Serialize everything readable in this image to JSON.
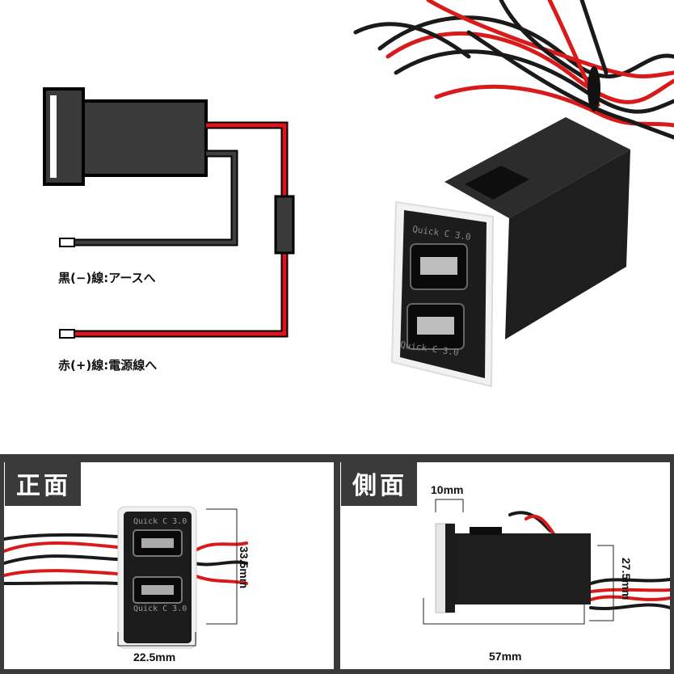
{
  "diagram": {
    "black_wire_label": "黒(−)線:アースへ",
    "red_wire_label": "赤(+)線:電源線へ"
  },
  "product": {
    "top_port_text": "Quick C 3.0",
    "bottom_port_text": "Quick C 3.0"
  },
  "front_panel": {
    "title": "正面",
    "top_port_text": "Quick C 3.0",
    "bottom_port_text": "Quick C 3.0",
    "height_dim": "33.5mm",
    "width_dim": "22.5mm"
  },
  "side_panel": {
    "title": "側面",
    "flange_dim": "10mm",
    "height_dim": "27.5mm",
    "length_dim": "57mm"
  },
  "colors": {
    "wire_red": "#e0141b",
    "wire_black": "#2a2a2a",
    "body_black": "#222222",
    "band_gray": "#3a3a3a"
  }
}
